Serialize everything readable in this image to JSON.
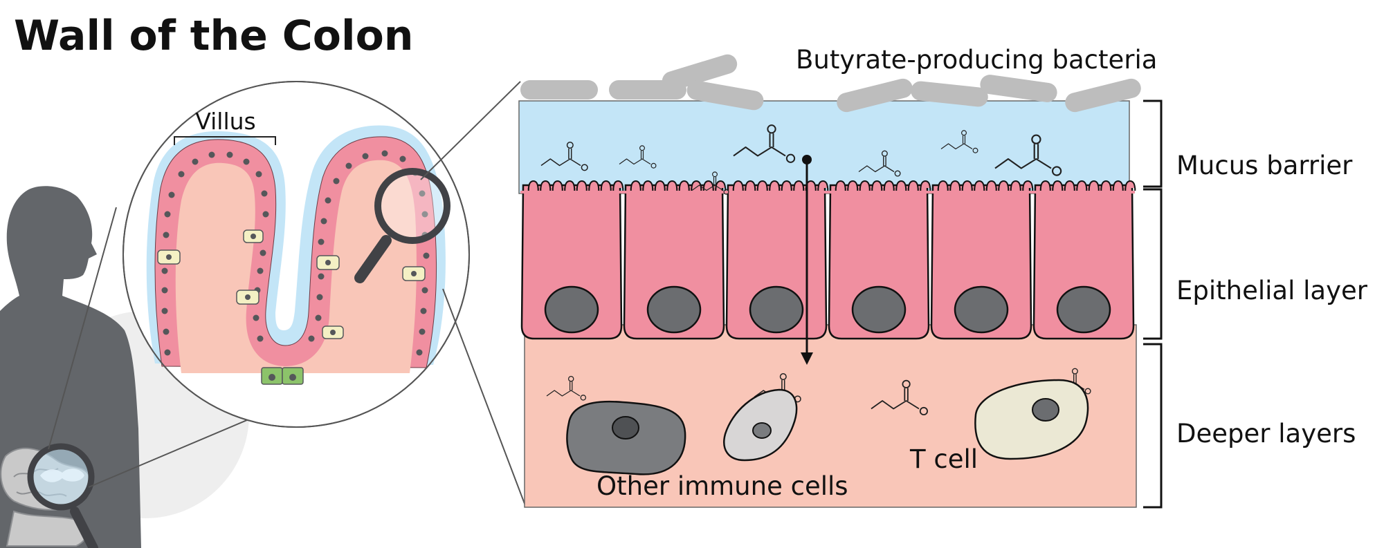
{
  "title": "Wall of the Colon",
  "labels": {
    "villus": "Villus",
    "bacteria": "Butyrate-producing bacteria",
    "mucus": "Mucus barrier",
    "epithelial": "Epithelial layer",
    "deeper": "Deeper layers",
    "t_cell": "T cell",
    "immune": "Other immune cells"
  },
  "icons": [
    "human-silhouette-icon",
    "magnifier-icon",
    "butyrate-molecule-icon"
  ],
  "colors": {
    "mucus": "#c3e5f7",
    "epithelium": "#f08fa0",
    "deeper": "#f9c6b8",
    "nucleus": "#6b6d70",
    "bacteria": "#bdbdbd",
    "silhouette": "#63666a",
    "goblet": "#f4f0c4",
    "stem": "#8cc36a"
  }
}
